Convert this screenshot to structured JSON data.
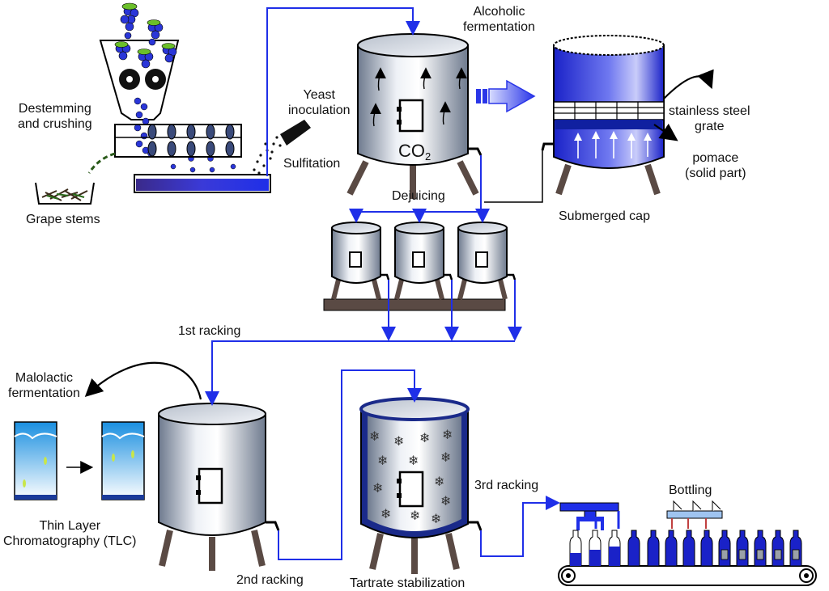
{
  "labels": {
    "destemming": [
      "Destemming",
      "and crushing"
    ],
    "grape_stems": "Grape stems",
    "yeast": [
      "Yeast",
      "inoculation"
    ],
    "sulfitation": "Sulfitation",
    "alcoholic": [
      "Alcoholic",
      "fermentation"
    ],
    "co2_main": "CO",
    "co2_sub": "2",
    "stainless": [
      "stainless steel",
      "grate"
    ],
    "pomace": [
      "pomace",
      "(solid part)"
    ],
    "submerged": "Submerged cap",
    "dejuicing": "Dejuicing",
    "racking1": "1st racking",
    "malolactic": [
      "Malolactic",
      "fermentation"
    ],
    "tlc": [
      "Thin Layer",
      "Chromatography (TLC)"
    ],
    "racking2": "2nd racking",
    "tartrate": "Tartrate stabilization",
    "racking3": "3rd racking",
    "bottling": "Bottling"
  },
  "colors": {
    "flow": "#1f2fe8",
    "tank_dark": "#7f8a9c",
    "tank_light": "#eef1f6",
    "legs": "#5a4a44",
    "grape": "#2a36d8",
    "leaf": "#6bbf2a"
  }
}
